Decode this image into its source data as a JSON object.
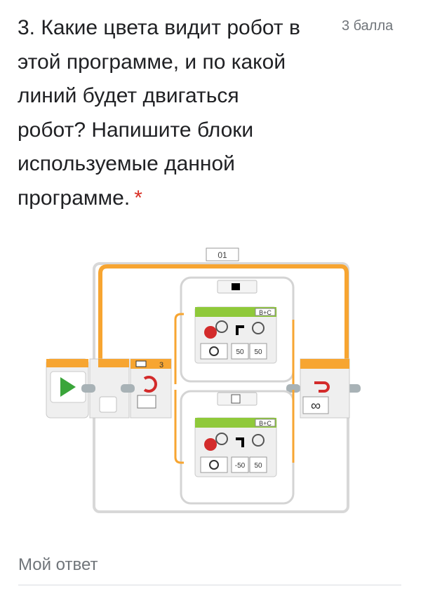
{
  "question": {
    "text": "3. Какие цвета видит робот в\nэтой программе, и по какой\nлиний будет двигаться\nробот? Напишите блоки\nиспользуемые данной\nпрограмме.",
    "required_mark": "*",
    "points": "3 балла"
  },
  "program": {
    "loop_label": "01",
    "case_count": "3",
    "top_move": {
      "ports": "B+C",
      "steering": "50",
      "power": "50"
    },
    "bottom_move": {
      "ports": "B+C",
      "steering": "-50",
      "power": "50"
    },
    "loop_end_symbol": "∞",
    "colors": {
      "accent_orange": "#f7a531",
      "brand_green": "#3aa53a",
      "stop_red": "#d32b2b",
      "text_red": "#d93025"
    }
  },
  "answer": {
    "label": "Мой ответ"
  }
}
